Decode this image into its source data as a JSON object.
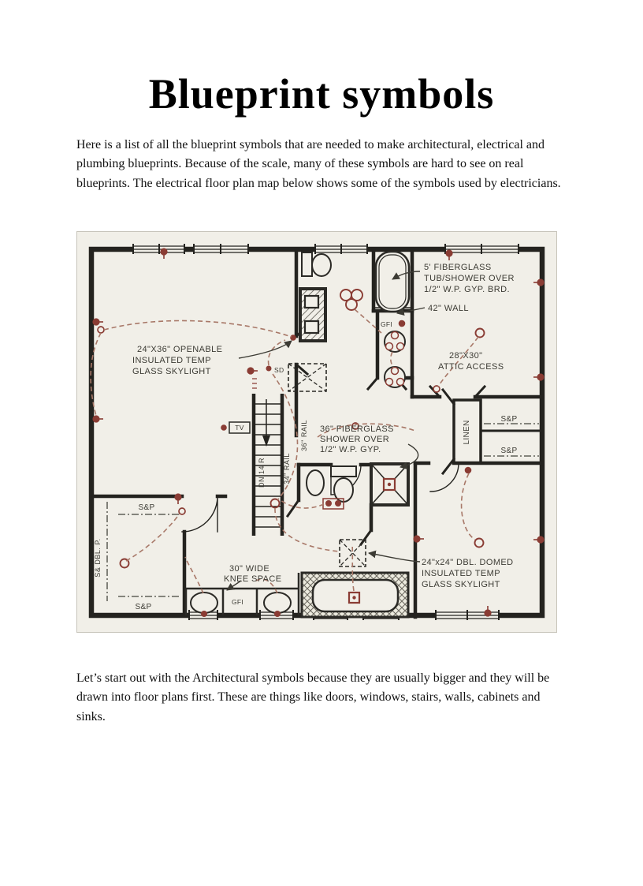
{
  "page": {
    "title": "Blueprint symbols",
    "intro": "Here is a list of all the blueprint symbols that are needed to make architectural, electrical and plumbing blueprints.  Because of the scale, many of these symbols are hard to see on real blueprints. The electrical floor plan map below shows some of the symbols used by electricians.",
    "outro": "Let’s start out with the Architectural symbols because they are usually bigger and they will be drawn into floor plans first. These are things like doors, windows, stairs, walls, cabinets and sinks."
  },
  "floorplan": {
    "description": "Electrical floor plan",
    "colors": {
      "paper": "#f1efe8",
      "wall": "#24231f",
      "electrical": "#8a3c34",
      "wire": "#a87868",
      "label_text": "#3c3b34"
    },
    "labels": {
      "skylight_tl_1": "24\"X36\" OPENABLE",
      "skylight_tl_2": "INSULATED TEMP",
      "skylight_tl_3": "GLASS SKYLIGHT",
      "tub_1": "5' FIBERGLASS",
      "tub_2": "TUB/SHOWER OVER",
      "tub_3": "1/2\" W.P. GYP. BRD.",
      "wall42": "42\" WALL",
      "attic_1": "28\"X30\"",
      "attic_2": "ATTIC ACCESS",
      "shower_1": "36\" FIBERGLASS",
      "shower_2": "SHOWER OVER",
      "shower_3": "1/2\" W.P. GYP.",
      "knee_1": "30\" WIDE",
      "knee_2": "KNEE SPACE",
      "skylight_br_1": "24\"x24\" DBL. DOMED",
      "skylight_br_2": "INSULATED TEMP",
      "skylight_br_3": "GLASS SKYLIGHT",
      "linen": "LINEN",
      "shelf_right_1": "S&P",
      "shelf_right_2": "S&P",
      "shelf_bl_top": "S&P",
      "shelf_bl_bottom": "S&P",
      "shelf_bl_side": "S& DBL. P.",
      "stairs_dn": "DN 14 R",
      "rail_34": "34\" RAIL",
      "rail_36": "36\" RAIL",
      "tv": "TV",
      "sd": "SD",
      "gfi_bath": "GFI",
      "gfi_vanity": "GFI"
    }
  }
}
